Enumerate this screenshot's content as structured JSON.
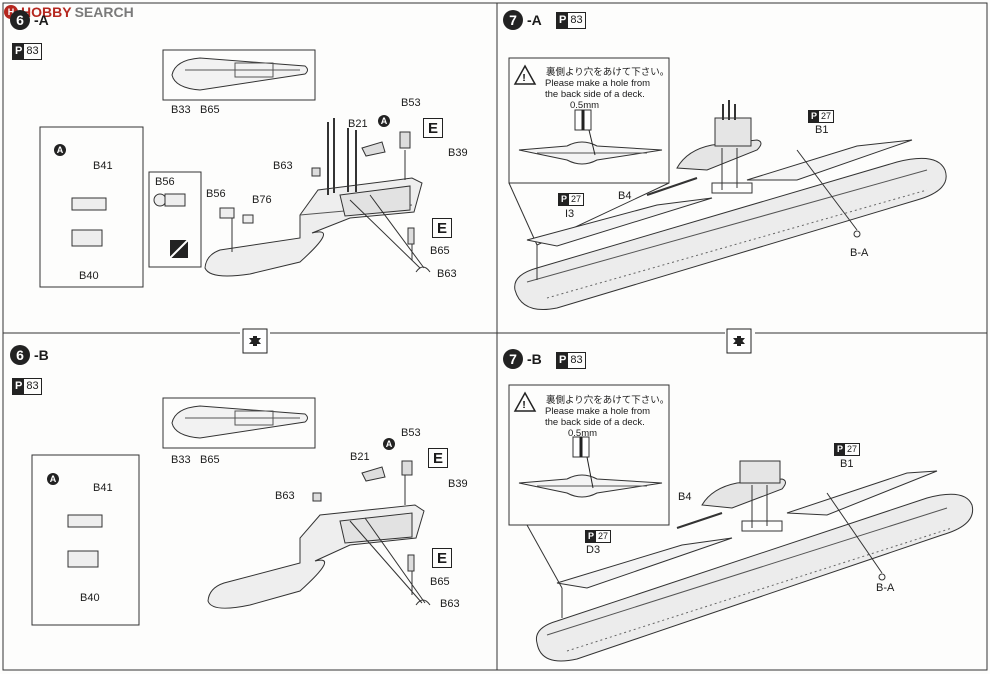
{
  "watermark": {
    "brand": "HOBBY",
    "suffix": "SEARCH",
    "logo_letter": "H"
  },
  "steps": {
    "s6a": {
      "number": "6",
      "suffix": "-A",
      "ref": "83"
    },
    "s6b": {
      "number": "6",
      "suffix": "-B",
      "ref": "83"
    },
    "s7a": {
      "number": "7",
      "suffix": "-A",
      "ref": "83"
    },
    "s7b": {
      "number": "7",
      "suffix": "-B",
      "ref": "83"
    }
  },
  "page_ref_letter": "P",
  "e_icon_letter": "E",
  "marker_a": "A",
  "parts": {
    "b33": "B33",
    "b65": "B65",
    "b53": "B53",
    "b21": "B21",
    "b39": "B39",
    "b63": "B63",
    "b56": "B56",
    "b76": "B76",
    "b41": "B41",
    "b40": "B40",
    "b1": "B1",
    "b4": "B4",
    "i3": "I3",
    "d3": "D3",
    "ba": "B-A",
    "ref27": "27"
  },
  "hole_note": {
    "jp": "裏側より穴をあけて下さい。",
    "en1": "Please make a hole from",
    "en2": "the back side of a deck.",
    "size": "0.5mm"
  }
}
